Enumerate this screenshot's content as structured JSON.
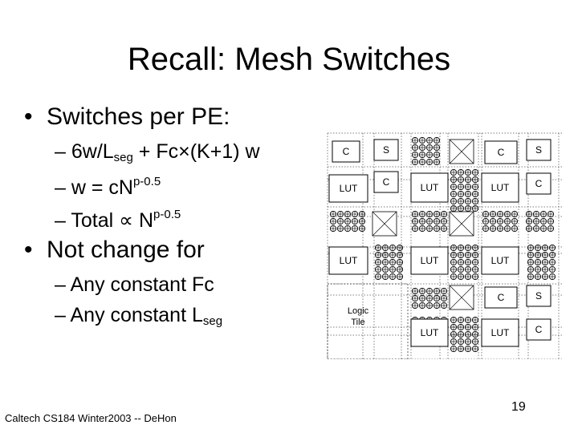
{
  "slide": {
    "title": "Recall: Mesh Switches",
    "bullet_symbol": "•",
    "dash": "–",
    "bullets": [
      {
        "text": "Switches per PE:",
        "subs": [
          {
            "a": "6w/L",
            "sub": "seg",
            "b": " + Fc×(K+1) w"
          },
          {
            "a": "w = cN",
            "sup": "p-0.5"
          },
          {
            "a": "Total ∝ N",
            "sup": "p-0.5"
          }
        ]
      },
      {
        "text": "Not change for",
        "subs": [
          {
            "a": "Any constant Fc"
          },
          {
            "a": "Any constant L",
            "sub": "seg"
          }
        ]
      }
    ],
    "figure": {
      "labels": {
        "c": "C",
        "s": "S",
        "lut": "LUT",
        "logic_tile_line1": "Logic",
        "logic_tile_line2": "Tile"
      }
    },
    "footer": "Caltech CS184 Winter2003 -- DeHon",
    "page_number": "19"
  }
}
